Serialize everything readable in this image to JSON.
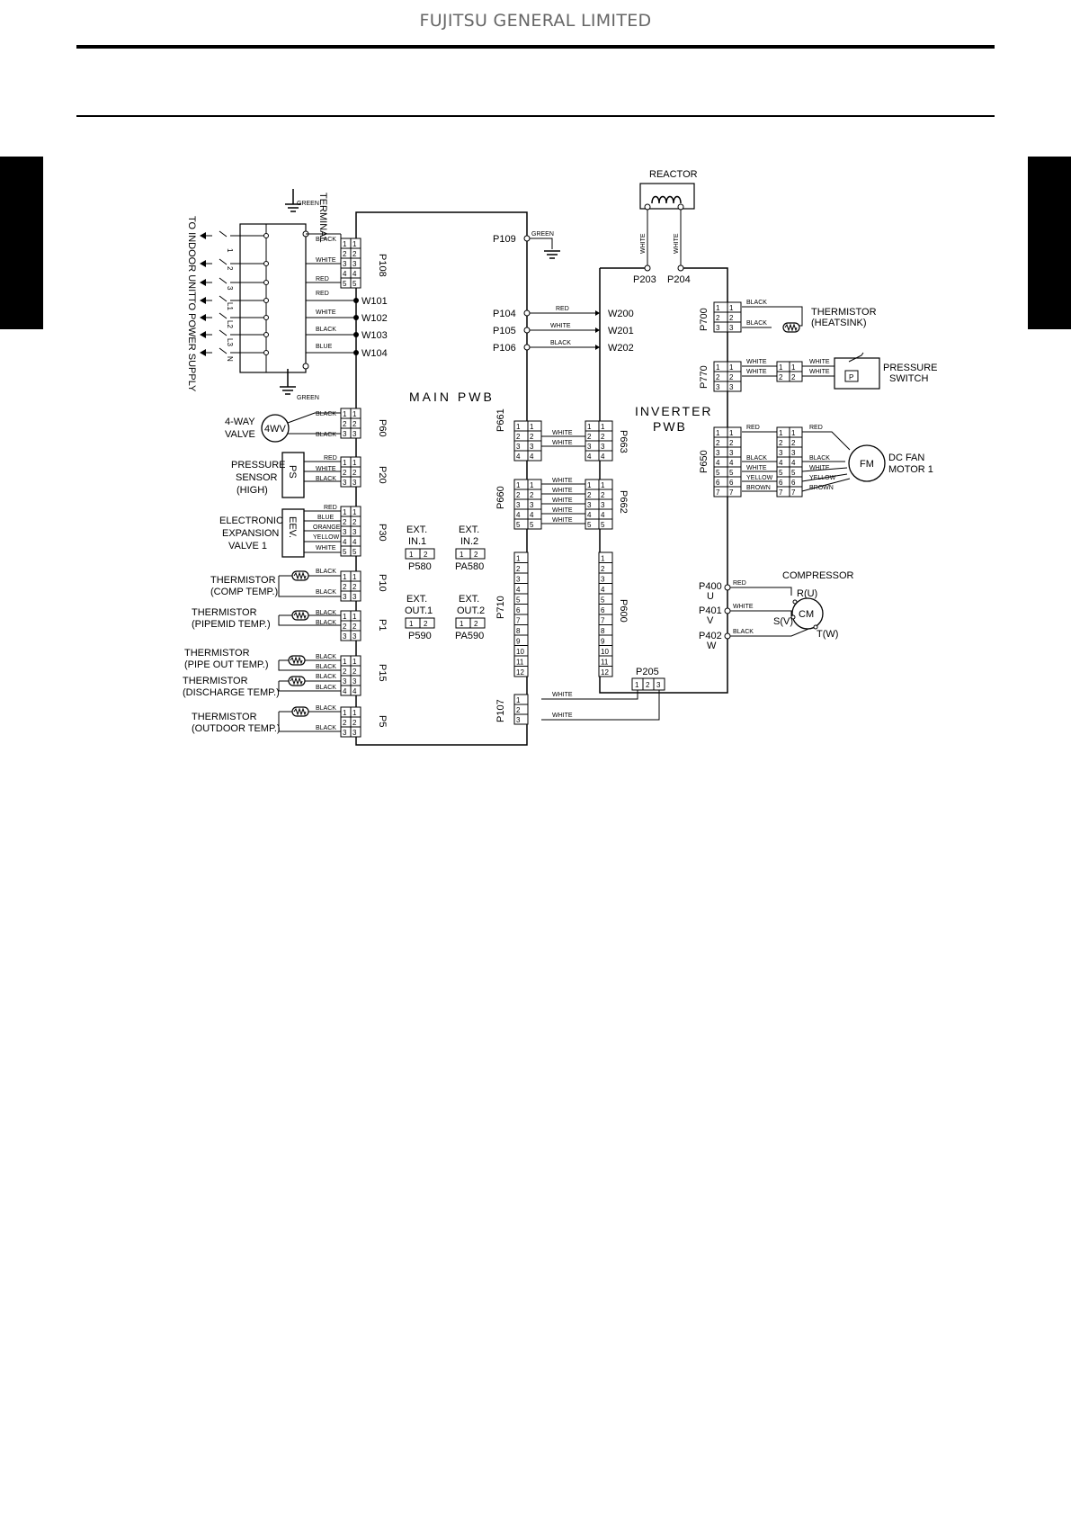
{
  "header": {
    "title": "FUJITSU GENERAL LIMITED"
  },
  "diagram": {
    "main_pwb": "MAIN PWB",
    "inverter_pwb": [
      "INVERTER",
      "PWB"
    ],
    "terminal": "TERMINAL",
    "green": "GREEN",
    "to_indoor_unit": "TO INDOOR UNIT",
    "to_power_supply": "TO POWER SUPPLY",
    "terminal_marks": [
      "1",
      "2",
      "3",
      "L1",
      "L2",
      "L3",
      "N"
    ],
    "wire_colors": {
      "black": "BLACK",
      "white": "WHITE",
      "red": "RED",
      "blue": "BLUE",
      "orange": "ORANGE",
      "yellow": "YELLOW",
      "brown": "BROWN",
      "green": "GREEN"
    },
    "connectors": {
      "p108": "P108",
      "p60": "P60",
      "p20": "P20",
      "p30": "P30",
      "p10": "P10",
      "p1": "P1",
      "p15": "P15",
      "p5": "P5",
      "p109": "P109",
      "p104": "P104",
      "p105": "P105",
      "p106": "P106",
      "w101": "W101",
      "w102": "W102",
      "w103": "W103",
      "w104": "W104",
      "w200": "W200",
      "w201": "W201",
      "w202": "W202",
      "p203": "P203",
      "p204": "P204",
      "p700": "P700",
      "p770": "P770",
      "p650": "P650",
      "p661": "P661",
      "p663": "P663",
      "p660": "P660",
      "p662": "P662",
      "p710": "P710",
      "p600": "P600",
      "p107": "P107",
      "p205": "P205",
      "p400": "P400",
      "p401": "P401",
      "p402": "P402",
      "p580": "P580",
      "pa580": "PA580",
      "p590": "P590",
      "pa590": "PA590"
    },
    "ext": {
      "in1": [
        "EXT.",
        "IN.1"
      ],
      "in2": [
        "EXT.",
        "IN.2"
      ],
      "out1": [
        "EXT.",
        "OUT.1"
      ],
      "out2": [
        "EXT.",
        "OUT.2"
      ],
      "pins": [
        "1",
        "2"
      ]
    },
    "components": {
      "reactor": "REACTOR",
      "four_way_valve": [
        "4-WAY",
        "VALVE"
      ],
      "four_way_symbol": "4WV",
      "pressure_sensor": [
        "PRESSURE",
        "SENSOR",
        "(HIGH)"
      ],
      "ps_symbol": "PS",
      "eev": [
        "ELECTRONIC",
        "EXPANSION",
        "VALVE 1"
      ],
      "eev_symbol": "EEV.",
      "thermistor": "THERMISTOR",
      "comp_temp": "(COMP TEMP.)",
      "pipemid_temp": "(PIPEMID TEMP.)",
      "pipe_out_temp": "(PIPE OUT TEMP.)",
      "discharge_temp": "(DISCHARGE TEMP.)",
      "outdoor_temp": "(OUTDOOR TEMP.)",
      "heatsink": "(HEATSINK)",
      "pressure_switch": [
        "PRESSURE",
        "SWITCH"
      ],
      "p_symbol": "P",
      "fan_motor": [
        "DC FAN",
        "MOTOR 1"
      ],
      "fm_symbol": "FM",
      "compressor": "COMPRESSOR",
      "cm_symbol": "CM",
      "phases": {
        "u": "U",
        "v": "V",
        "w": "W",
        "ru": "R(U)",
        "sv": "S(V)",
        "tw": "T(W)"
      }
    }
  }
}
